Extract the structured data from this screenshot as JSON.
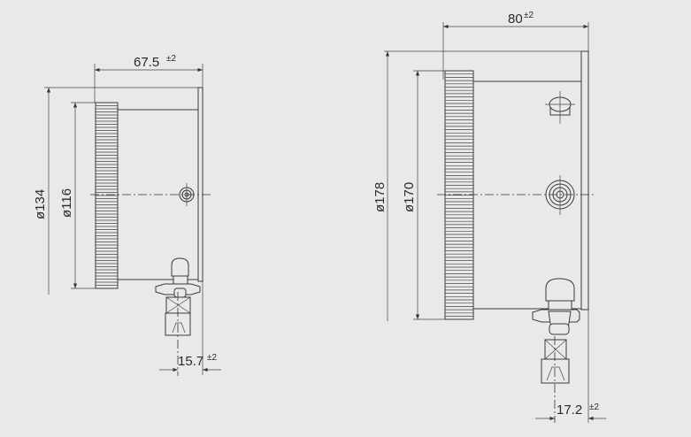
{
  "left_gauge": {
    "depth": "67.5",
    "depth_tol": "±2",
    "outer_diameter": "ø134",
    "ring_diameter": "ø116",
    "connection_offset": "15.7",
    "connection_tol": "±2"
  },
  "right_gauge": {
    "depth": "80",
    "depth_tol": "±2",
    "outer_diameter": "ø178",
    "ring_diameter": "ø170",
    "connection_offset": "17.2",
    "connection_tol": "±2"
  },
  "colors": {
    "background": "#e8e9eb",
    "line": "#3a3a3a"
  }
}
